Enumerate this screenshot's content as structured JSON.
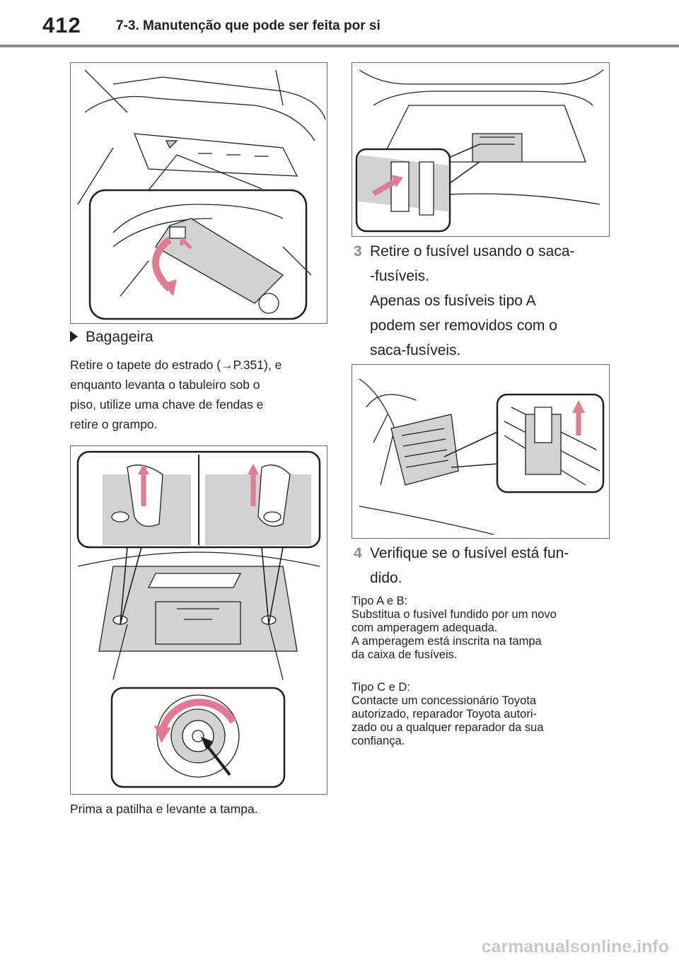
{
  "header": {
    "page_number": "412",
    "section_title": "7-3. Manutenção que pode ser feita por si"
  },
  "left": {
    "bullet": "Bagageira",
    "paragraph": [
      "Retire o tapete do estrado (→P.351), e",
      "enquanto levanta o tabuleiro sob o",
      "piso, utilize uma chave de fendas e",
      "retire o grampo."
    ],
    "caption": "Prima a patilha e levante a tampa."
  },
  "right": {
    "step3": {
      "number": "3",
      "lines": [
        "Retire o fusível usando o saca-",
        "-fusíveis.",
        "Apenas os fusíveis tipo A",
        "podem ser removidos com o",
        "saca-fusíveis."
      ]
    },
    "step4": {
      "number": "4",
      "lines": [
        "Verifique se o fusível está fun-",
        "dido."
      ]
    },
    "note1": [
      "Tipo A e B:",
      "Substitua o fusível fundido por um novo",
      "com amperagem adequada.",
      "A amperagem está inscrita na tampa",
      "da caixa de fusíveis."
    ],
    "note2": [
      "Tipo C e D:",
      "Contacte um concessionário Toyota",
      "autorizado, reparador Toyota autori-",
      "zado ou a qualquer reparador da sua",
      "confiança."
    ]
  },
  "watermark": "carmanualsonline.info",
  "colors": {
    "accent_pink": "#e07a95",
    "gray_fill": "#d1d2d4",
    "line": "#231f20"
  }
}
